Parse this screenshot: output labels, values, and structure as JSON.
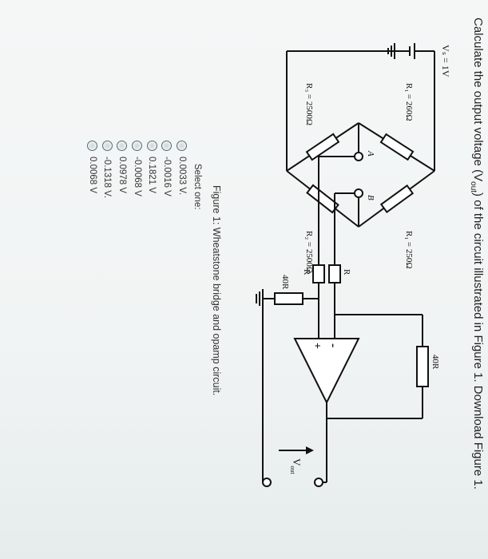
{
  "question": {
    "prefix": "Calculate the output voltage (V",
    "sub": "out",
    "suffix": ") of the circuit illustrated in Figure 1. Download Figure 1."
  },
  "figure": {
    "labels": {
      "vs": "Vₛ = 1V",
      "r1_left": "R₁ = 260Ω",
      "r1_right": "R₁ = 250Ω",
      "r3": "R₃ = 2500Ω",
      "r2": "R₂ = 2500Ω",
      "node_a": "A",
      "node_b": "B",
      "r_top": "R",
      "r_bottom": "R",
      "r_ground": "40R",
      "r_feedback": "40R",
      "op_minus": "-",
      "op_plus": "+",
      "vout": "V",
      "vout_sub": "out"
    }
  },
  "caption": "Figure 1: Wheatstone bridge and opamp circuit.",
  "select_label": "Select one:",
  "options": [
    "0.0033 V.",
    "-0.0016 V",
    "0.1821 V",
    "-0.0068 V",
    "0.0978 V",
    "-0.1318 V.",
    "0.0068 V"
  ]
}
